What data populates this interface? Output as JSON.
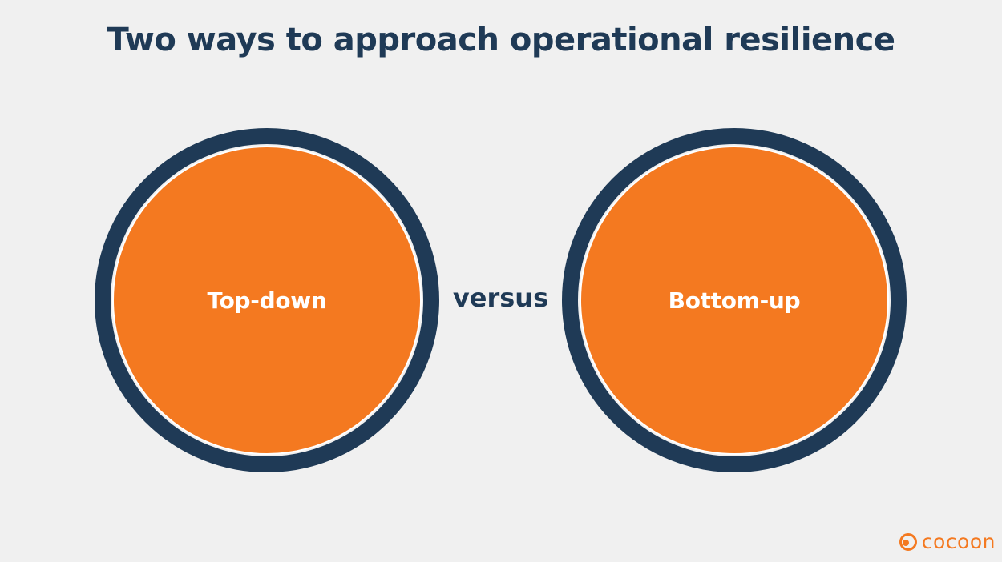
{
  "slide": {
    "title": "Two ways to approach operational resilience",
    "connector": "versus"
  },
  "approaches": [
    {
      "label": "Top-down"
    },
    {
      "label": "Bottom-up"
    }
  ],
  "branding": {
    "logo_text": "cocoon",
    "logo_icon": "cocoon-logo-icon"
  },
  "colors": {
    "background": "#f0f0f0",
    "navy": "#1f3a56",
    "orange": "#f47920",
    "white": "#ffffff"
  }
}
